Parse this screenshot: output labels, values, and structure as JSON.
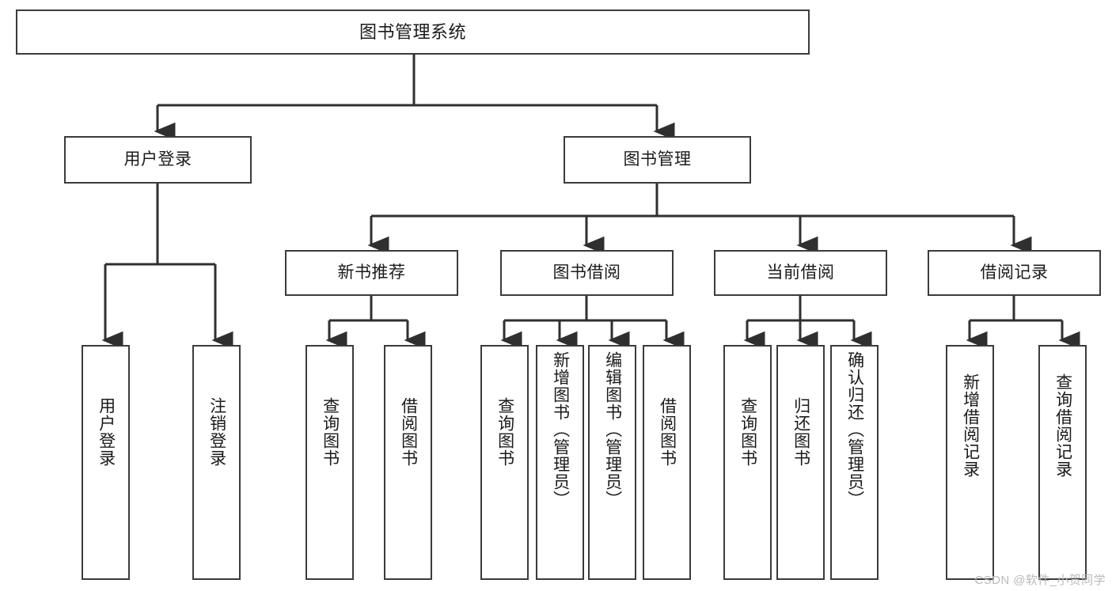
{
  "diagram": {
    "type": "tree",
    "title": "图书管理系统",
    "root": {
      "id": "root",
      "label": "图书管理系统"
    },
    "level2": [
      {
        "id": "user-login",
        "label": "用户登录"
      },
      {
        "id": "book-manage",
        "label": "图书管理"
      }
    ],
    "level3": [
      {
        "id": "new-book-rec",
        "label": "新书推荐",
        "parent": "book-manage"
      },
      {
        "id": "book-borrow",
        "label": "图书借阅",
        "parent": "book-manage"
      },
      {
        "id": "current-borrow",
        "label": "当前借阅",
        "parent": "book-manage"
      },
      {
        "id": "borrow-record",
        "label": "借阅记录",
        "parent": "book-manage"
      }
    ],
    "leaves": [
      {
        "id": "leaf-user-login",
        "label": "用户登录",
        "parent": "user-login"
      },
      {
        "id": "leaf-user-logout",
        "label": "注销登录",
        "parent": "user-login"
      },
      {
        "id": "leaf-query-book-rec",
        "label": "查询图书",
        "parent": "new-book-rec"
      },
      {
        "id": "leaf-borrow-book-rec",
        "label": "借阅图书",
        "parent": "new-book-rec"
      },
      {
        "id": "leaf-query-book-borrow",
        "label": "查询图书",
        "parent": "book-borrow"
      },
      {
        "id": "leaf-add-book",
        "label": "新增图书（管理员）",
        "parent": "book-borrow"
      },
      {
        "id": "leaf-edit-book",
        "label": "编辑图书（管理员）",
        "parent": "book-borrow"
      },
      {
        "id": "leaf-borrow-book",
        "label": "借阅图书",
        "parent": "book-borrow"
      },
      {
        "id": "leaf-query-book-cur",
        "label": "查询图书",
        "parent": "current-borrow"
      },
      {
        "id": "leaf-return-book",
        "label": "归还图书",
        "parent": "current-borrow"
      },
      {
        "id": "leaf-confirm-return",
        "label": "确认归还（管理员）",
        "parent": "current-borrow"
      },
      {
        "id": "leaf-add-record",
        "label": "新增借阅记录",
        "parent": "borrow-record"
      },
      {
        "id": "leaf-query-record",
        "label": "查询借阅记录",
        "parent": "borrow-record"
      }
    ],
    "colors": {
      "box_border": "#3b3b3b",
      "box_fill": "#ffffff",
      "connector": "#2f2f2f",
      "text": "#1a1a1a",
      "watermark": "#b9b9b9",
      "background": "#ffffff"
    }
  },
  "watermark": {
    "text": "CSDN @软件_小贺同学"
  }
}
